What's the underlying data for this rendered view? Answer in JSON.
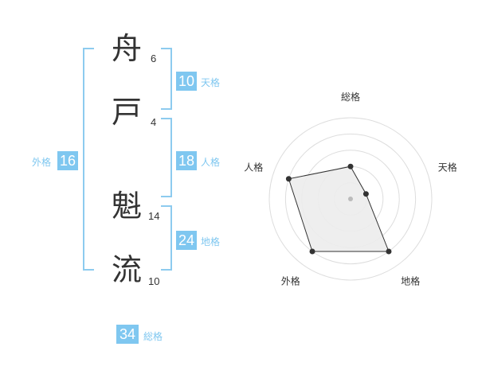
{
  "name_chars": [
    {
      "char": "舟",
      "strokes": "6"
    },
    {
      "char": "戸",
      "strokes": "4"
    },
    {
      "char": "魁",
      "strokes": "14"
    },
    {
      "char": "流",
      "strokes": "10"
    }
  ],
  "kakusu": {
    "tenkaku": {
      "value": "10",
      "label": "天格"
    },
    "jinkaku": {
      "value": "18",
      "label": "人格"
    },
    "chikaku": {
      "value": "24",
      "label": "地格"
    },
    "gaikaku": {
      "value": "16",
      "label": "外格"
    },
    "soukaku": {
      "value": "34",
      "label": "総格"
    }
  },
  "colors": {
    "accent": "#7fc7f0",
    "text": "#333333",
    "grid": "#dddddd"
  },
  "chart_data": {
    "type": "radar",
    "axes": [
      "総格",
      "天格",
      "地格",
      "外格",
      "人格"
    ],
    "values": [
      2,
      1,
      4,
      4,
      4
    ],
    "max": 5,
    "rings": 5
  }
}
